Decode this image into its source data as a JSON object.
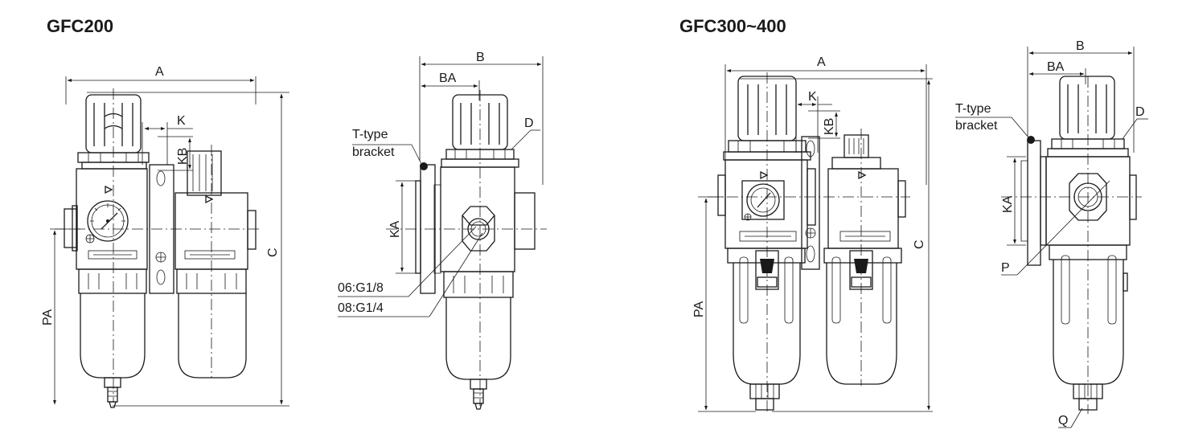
{
  "titles": {
    "left": "GFC200",
    "right": "GFC300~400"
  },
  "labels": {
    "A": "A",
    "B": "B",
    "BA": "BA",
    "C": "C",
    "D": "D",
    "K": "K",
    "KA": "KA",
    "KB": "KB",
    "PA": "PA",
    "P": "P",
    "Q": "Q",
    "bracket_line1": "T-type",
    "bracket_line2": "bracket",
    "port_06": "06:G1/8",
    "port_08": "08:G1/4"
  }
}
